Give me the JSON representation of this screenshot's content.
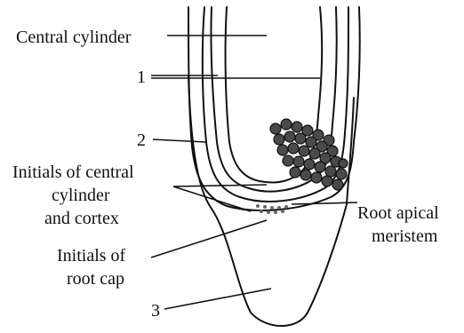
{
  "diagram": {
    "labels": {
      "central_cylinder": "Central cylinder",
      "num1": "1",
      "num2": "2",
      "num3": "3",
      "initials_central_1": "Initials of central",
      "initials_central_2": "cylinder",
      "initials_central_3": "and cortex",
      "root_apical_1": "Root apical",
      "root_apical_2": "meristem",
      "initials_rootcap_1": "Initials of",
      "initials_rootcap_2": "root cap"
    }
  }
}
